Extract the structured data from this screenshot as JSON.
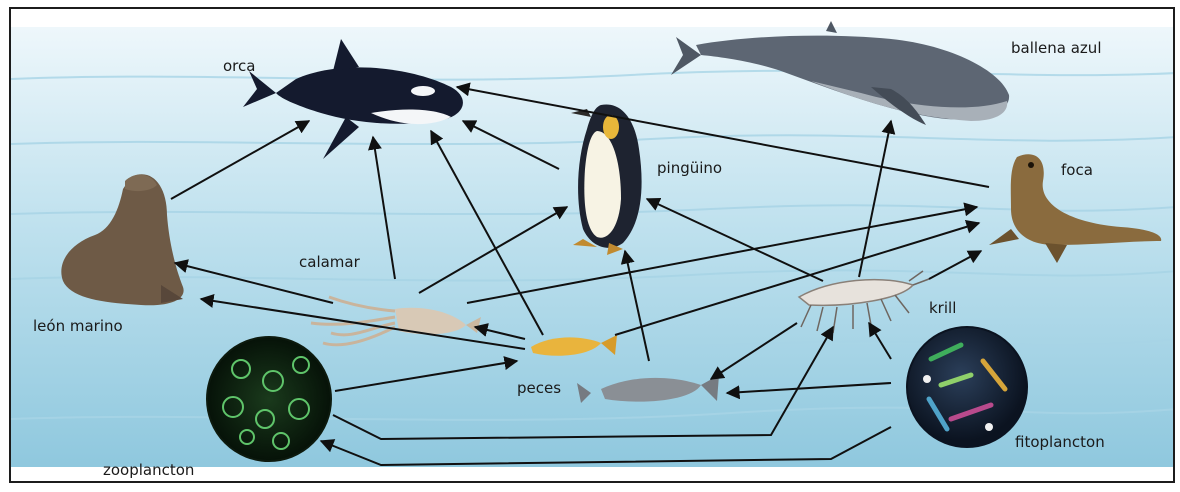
{
  "colors": {
    "water_light": "#eef7fb",
    "water_mid": "#bfe1ee",
    "water_deep": "#8fc8de",
    "arrow": "#101010",
    "frame": "#1c1c1c"
  },
  "organisms": {
    "orca": "orca",
    "ballena_azul": "ballena azul",
    "pinguino": "pingüino",
    "foca": "foca",
    "leon_marino": "león marino",
    "calamar": "calamar",
    "krill": "krill",
    "peces": "peces",
    "zooplancton": "zooplancton",
    "fitoplancton": "fitoplancton"
  },
  "links": [
    {
      "from": "león marino",
      "to": "orca"
    },
    {
      "from": "calamar",
      "to": "orca"
    },
    {
      "from": "peces",
      "to": "orca"
    },
    {
      "from": "pingüino",
      "to": "orca"
    },
    {
      "from": "foca",
      "to": "orca"
    },
    {
      "from": "krill",
      "to": "ballena azul"
    },
    {
      "from": "calamar",
      "to": "pingüino"
    },
    {
      "from": "peces",
      "to": "pingüino"
    },
    {
      "from": "krill",
      "to": "pingüino"
    },
    {
      "from": "calamar",
      "to": "foca"
    },
    {
      "from": "peces",
      "to": "foca"
    },
    {
      "from": "krill",
      "to": "foca"
    },
    {
      "from": "calamar",
      "to": "león marino"
    },
    {
      "from": "peces",
      "to": "león marino"
    },
    {
      "from": "peces",
      "to": "calamar"
    },
    {
      "from": "zooplancton",
      "to": "peces"
    },
    {
      "from": "krill",
      "to": "peces"
    },
    {
      "from": "fitoplancton",
      "to": "peces"
    },
    {
      "from": "fitoplancton",
      "to": "krill"
    },
    {
      "from": "zooplancton",
      "to": "krill"
    },
    {
      "from": "fitoplancton",
      "to": "zooplancton"
    }
  ]
}
